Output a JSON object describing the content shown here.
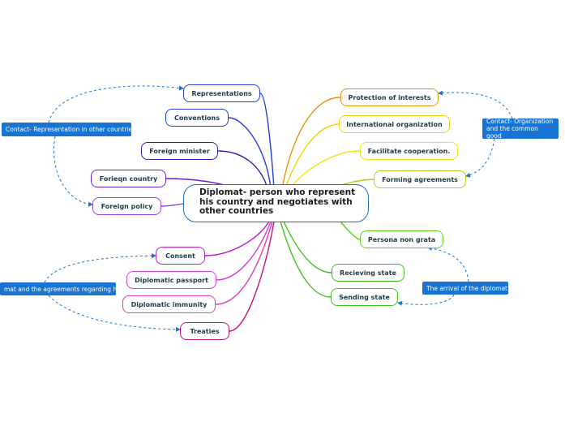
{
  "central": {
    "line1": "Diplomat- person who represent",
    "line2": "his country and negotiates with",
    "line3": "other countries"
  },
  "branches": {
    "representations": "Representations",
    "conventions": "Conventions",
    "foreign_minister": "Foreign minister",
    "foreign_country": "Forieqn country",
    "foreign_policy": "Foreign policy",
    "consent": "Consent",
    "diplomatic_passport": "Diplomatic passport",
    "diplomatic_immunity": "Diplomatic immunity",
    "treaties": "Treaties",
    "protection_of_interests": "Protection of interests",
    "international_organization": "International organization",
    "facilitate_cooperation": "Facilitate cooperation.",
    "forming_agreements": "Forming agreements",
    "persona_non_grata": "Persona non grata",
    "receiving_state": "Recieving state",
    "sending_state": "Sending state"
  },
  "callouts": {
    "representation": "Contact- Representation in other countries",
    "organization_line1": "Contact- Organization",
    "organization_line2": "and the common good",
    "diplomat_agreements": "mat and the agreements regarding him",
    "arrival": "The arrival of the diplomat"
  },
  "colors": {
    "central_border": "#1f6fb5",
    "callout_bg": "#1874d2",
    "relation_line": "#1874d2",
    "representations": "#1f3fd6",
    "conventions": "#1f3fd6",
    "foreign_minister": "#2a1fa8",
    "foreign_country": "#6a1fc4",
    "foreign_policy": "#9a3ee0",
    "consent": "#b21fc4",
    "diplomatic_passport": "#d43ee0",
    "diplomatic_immunity": "#e03eb8",
    "treaties": "#c4147a",
    "protection_of_interests": "#e8920e",
    "international_organization": "#f0d20e",
    "facilitate_cooperation": "#e8e81a",
    "forming_agreements": "#a8d41f",
    "persona_non_grata": "#5ad41f",
    "receiving_state": "#3ec41f",
    "sending_state": "#3ec41f"
  }
}
